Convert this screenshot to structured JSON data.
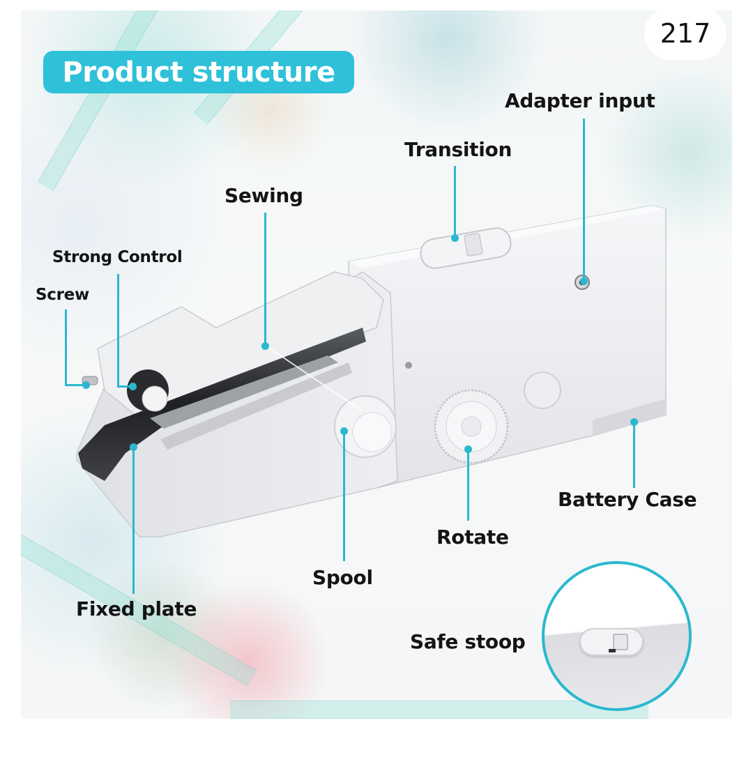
{
  "page_number": "217",
  "title": "Product structure",
  "colors": {
    "accent": "#2ec1d9",
    "leader_line": "#2ab8cf",
    "label_text": "#141414",
    "device_body": "#eef0f2"
  },
  "labels": {
    "adapter_input": "Adapter input",
    "transition": "Transition",
    "sewing": "Sewing",
    "strong_control": "Strong Control",
    "screw": "Screw",
    "battery_case": "Battery Case",
    "rotate": "Rotate",
    "spool": "Spool",
    "fixed_plate": "Fixed plate",
    "safe_stoop": "Safe stoop"
  }
}
